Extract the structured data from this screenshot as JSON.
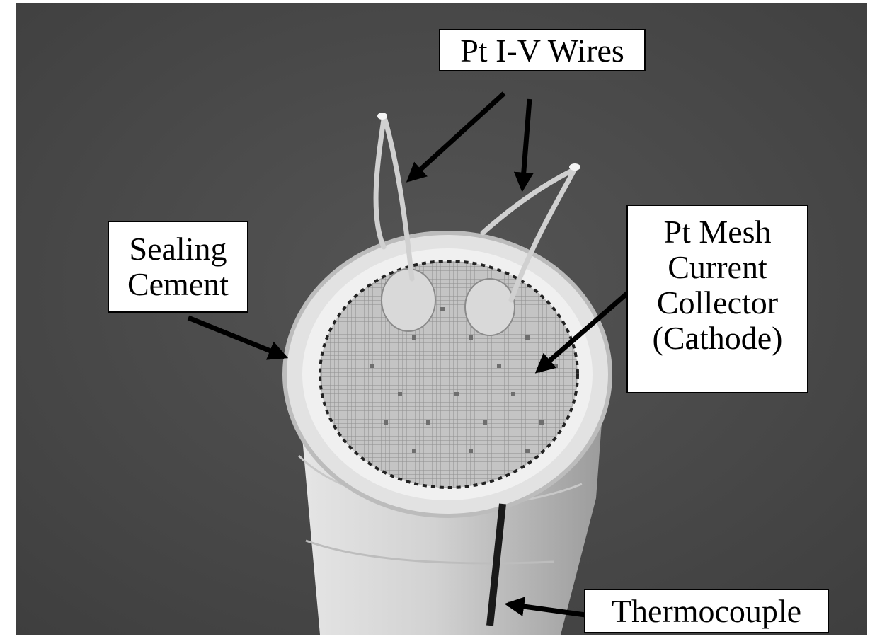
{
  "labels": {
    "wires": "Pt I-V Wires",
    "sealing": [
      "Sealing",
      "Cement"
    ],
    "mesh": [
      "Pt Mesh",
      "Current",
      "Collector",
      "(Cathode)"
    ],
    "thermocouple": "Thermocouple"
  },
  "colors": {
    "background": "#4b4b4b",
    "tube": "#dcdcdc",
    "mesh": "#b9b9b9",
    "label_border": "#000000"
  }
}
